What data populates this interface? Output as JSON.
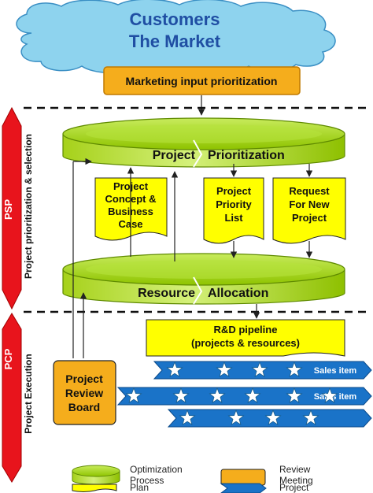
{
  "top": {
    "line1": "Customers",
    "line2": "The Market"
  },
  "marketing": {
    "label": "Marketing input prioritization"
  },
  "phases": {
    "psp": {
      "code": "PSP",
      "desc": "Project  prioritization & selection"
    },
    "pcp": {
      "code": "PCP",
      "desc": "Project Execution"
    }
  },
  "cylinders": {
    "prioritization": {
      "left": "Project",
      "right": "Prioritization"
    },
    "allocation": {
      "left": "Resource",
      "right": "Allocation"
    }
  },
  "documents": {
    "concept": [
      "Project",
      "Concept &",
      "Business",
      "Case"
    ],
    "priority": [
      "Project",
      "Priority",
      "List"
    ],
    "request": [
      "Request",
      "For New",
      "Project"
    ]
  },
  "pipeline": {
    "line1": "R&D pipeline",
    "line2": "(projects & resources)"
  },
  "review_board": [
    "Project",
    "Review",
    "Board"
  ],
  "arrows": [
    {
      "label": "Sales item",
      "stars": 4
    },
    {
      "label": "Sales item",
      "stars": 6
    },
    {
      "label": "",
      "stars": 4
    }
  ],
  "legend": {
    "optimization": [
      "Optimization",
      "Process"
    ],
    "review": [
      "Review",
      "Meeting"
    ],
    "plan": "Plan",
    "project": "Project"
  },
  "colors": {
    "cloud": "#8ed3ee",
    "title_blue": "#1f4ea3",
    "orange": "#f5ad1c",
    "yellow": "#ffff00",
    "green": "#99cc00",
    "red": "#e8141c",
    "blue_arrow": "#1a73c8"
  }
}
